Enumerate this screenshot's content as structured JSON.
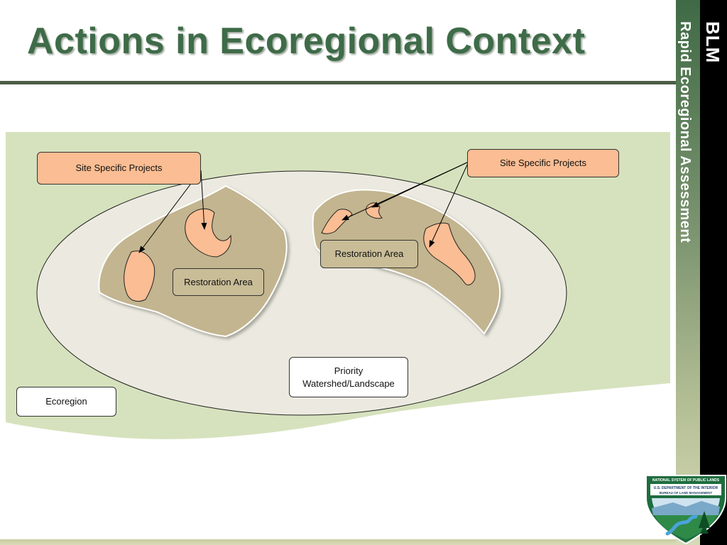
{
  "slide": {
    "title": "Actions in Ecoregional Context",
    "sidebar_brand": "BLM",
    "sidebar_subtitle": "Rapid Ecoregional Assessment"
  },
  "diagram": {
    "labels": {
      "site_projects_left": "Site Specific Projects",
      "site_projects_right": "Site Specific Projects",
      "restoration_left": "Restoration Area",
      "restoration_right": "Restoration Area",
      "priority_line1": "Priority",
      "priority_line2": "Watershed/Landscape",
      "ecoregion": "Ecoregion"
    }
  },
  "logo": {
    "line1": "NATIONAL SYSTEM OF PUBLIC LANDS",
    "line2": "U.S. DEPARTMENT OF THE INTERIOR",
    "line3": "BUREAU OF LAND MANAGEMENT"
  },
  "colors": {
    "title": "#3e6b48",
    "ecoregion_fill": "#d6e2bd",
    "watershed_fill": "#eceae0",
    "restoration_fill": "#c2b58f",
    "project_fill": "#fbbd93"
  }
}
